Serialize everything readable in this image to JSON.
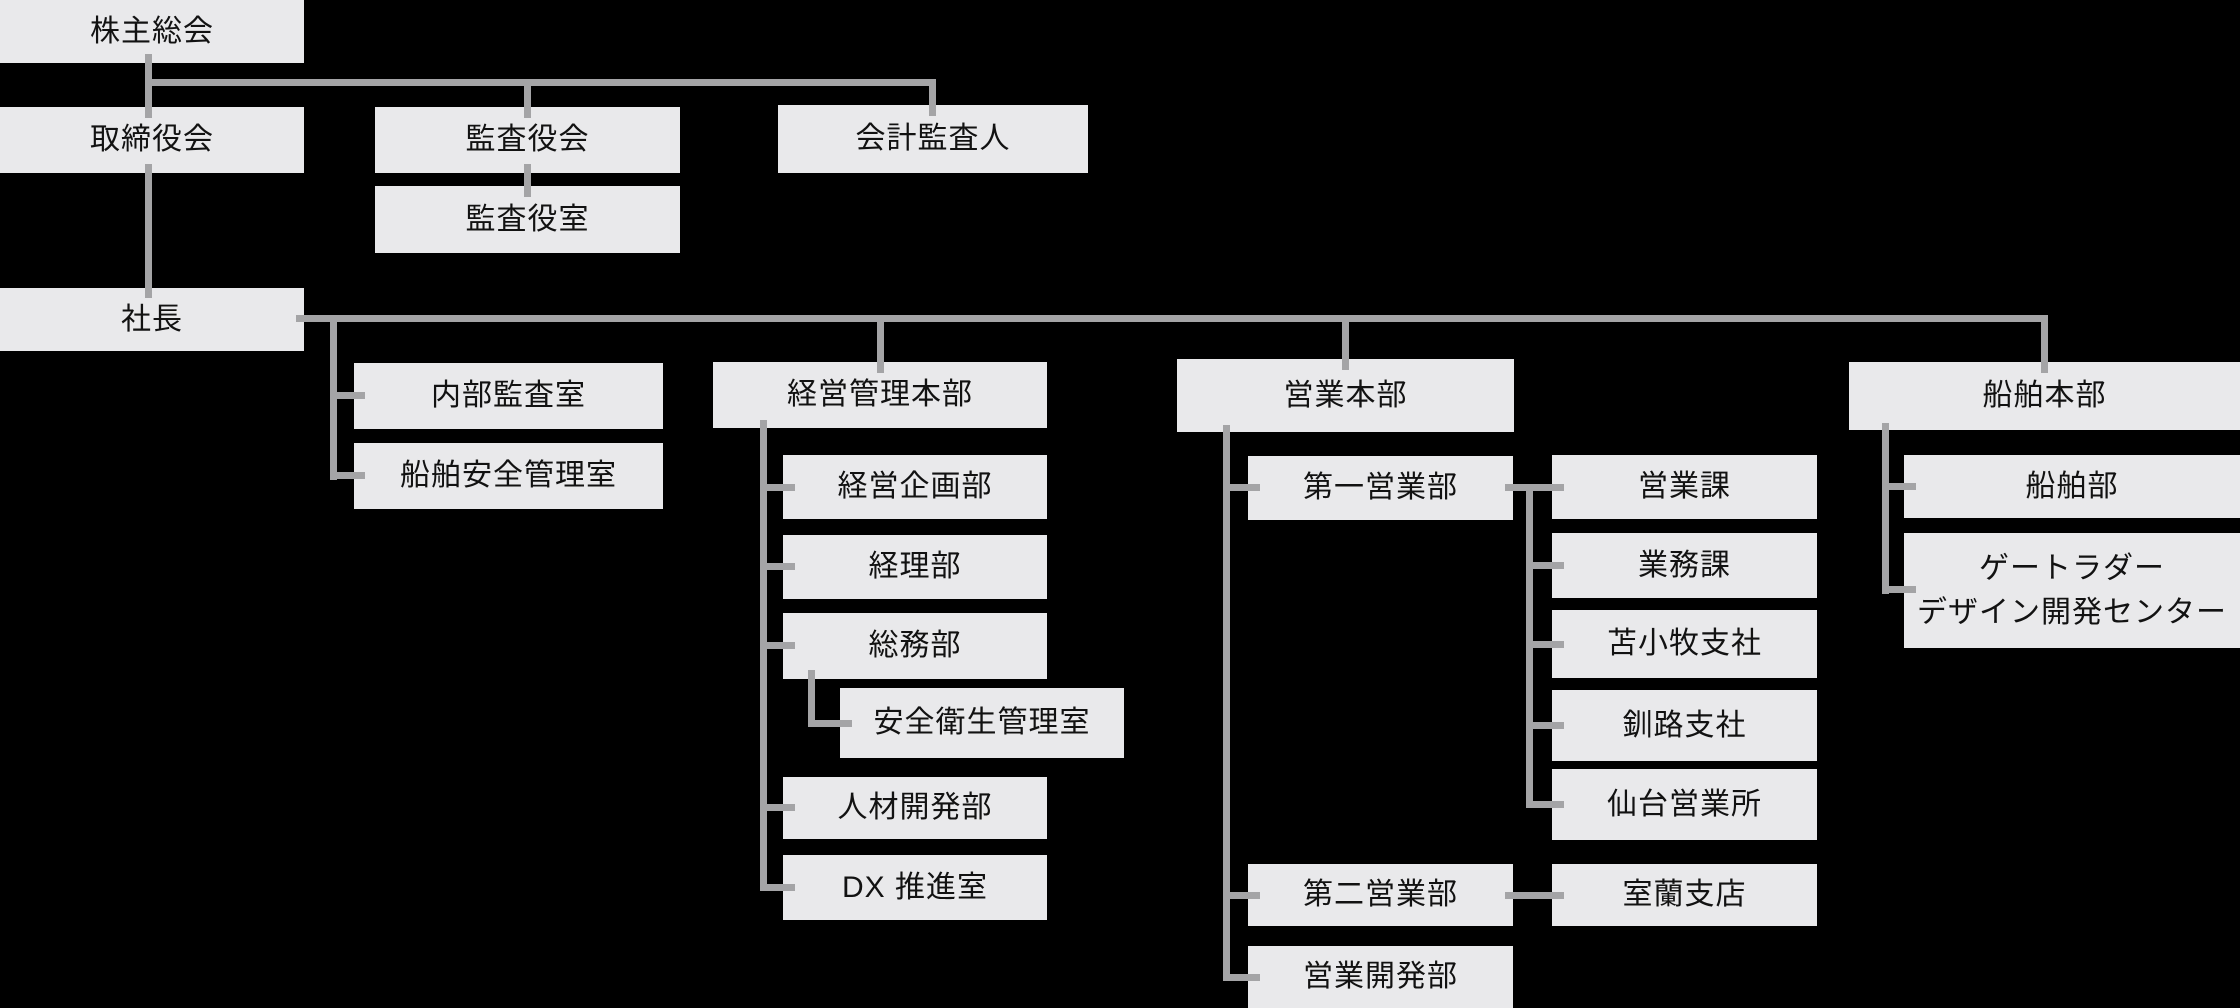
{
  "diagram": {
    "kind": "organization-chart",
    "colors": {
      "background": "#000000",
      "box_fill": "#e9e9eb",
      "box_text": "#121212",
      "connector": "#a4a4a6"
    }
  },
  "nodes": {
    "shareholders_meeting": "株主総会",
    "board_of_directors": "取締役会",
    "audit_committee": "監査役会",
    "audit_committee_office": "監査役室",
    "accounting_auditor": "会計監査人",
    "president": "社長",
    "internal_audit_office": "内部監査室",
    "ship_safety_mgmt_office": "船舶安全管理室",
    "corporate_mgmt_division": "経営管理本部",
    "corporate_planning_dept": "経営企画部",
    "accounting_dept": "経理部",
    "general_affairs_dept": "総務部",
    "safety_health_mgmt_office": "安全衛生管理室",
    "hr_development_dept": "人材開発部",
    "dx_promotion_office": "DX 推進室",
    "sales_division": "営業本部",
    "first_sales_dept": "第一営業部",
    "sales_section": "営業課",
    "operations_section": "業務課",
    "tomakomai_branch": "苫小牧支社",
    "kushiro_branch": "釧路支社",
    "sendai_sales_office": "仙台営業所",
    "second_sales_dept": "第二営業部",
    "muroran_branch": "室蘭支店",
    "sales_development_dept": "営業開発部",
    "ship_division": "船舶本部",
    "ship_dept": "船舶部",
    "gate_rudder_center": "ゲートラダー\nデザイン開発センター"
  },
  "hierarchy": {
    "株主総会": [
      "取締役会",
      "監査役会",
      "会計監査人"
    ],
    "監査役会": [
      "監査役室"
    ],
    "取締役会": [
      "社長"
    ],
    "社長": [
      "内部監査室",
      "船舶安全管理室",
      "経営管理本部",
      "営業本部",
      "船舶本部"
    ],
    "経営管理本部": [
      "経営企画部",
      "経理部",
      "総務部",
      "人材開発部",
      "DX 推進室"
    ],
    "総務部": [
      "安全衛生管理室"
    ],
    "営業本部": [
      "第一営業部",
      "第二営業部",
      "営業開発部"
    ],
    "第一営業部": [
      "営業課",
      "業務課",
      "苫小牧支社",
      "釧路支社",
      "仙台営業所"
    ],
    "第二営業部": [
      "室蘭支店"
    ],
    "船舶本部": [
      "船舶部",
      "ゲートラダー デザイン開発センター"
    ]
  }
}
